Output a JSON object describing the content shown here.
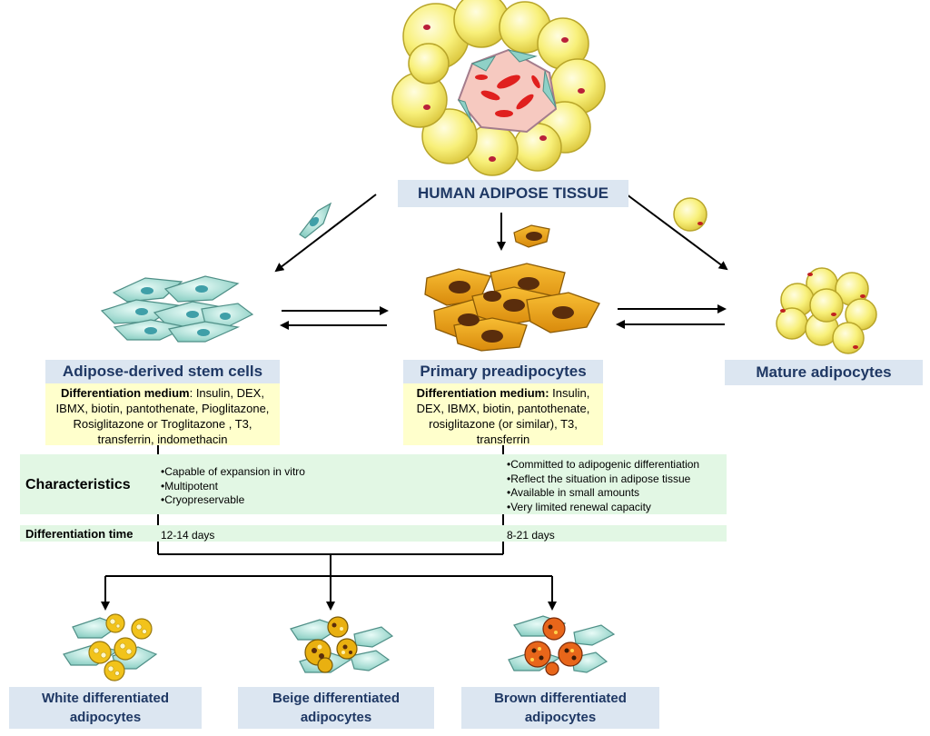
{
  "source": {
    "label": "HUMAN ADIPOSE TISSUE"
  },
  "cell_types": [
    {
      "title": "Adipose-derived stem cells",
      "medium_label": "Differentiation medium",
      "medium_text": ": Insulin, DEX, IBMX, biotin, pantothenate, Pioglitazone, Rosiglitazone or Troglitazone , T3, transferrin, indomethacin"
    },
    {
      "title": "Primary preadipocytes",
      "medium_label": "Differentiation medium:",
      "medium_text": " Insulin, DEX, IBMX, biotin, pantothenate, rosiglitazone (or similar), T3, transferrin"
    },
    {
      "title": "Mature adipocytes"
    }
  ],
  "table": {
    "characteristics_label": "Characteristics",
    "time_label": "Differentiation time",
    "stem_characteristics": [
      "•Capable of expansion in vitro",
      "•Multipotent",
      "•Cryopreservable"
    ],
    "pre_characteristics": [
      "•Committed to adipogenic differentiation",
      "•Reflect the situation in adipose tissue",
      "•Available in small amounts",
      "•Very limited renewal capacity"
    ],
    "stem_time": "12-14 days",
    "pre_time": "8-21 days"
  },
  "outcomes": [
    {
      "line1": "White differentiated",
      "line2": "adipocytes",
      "fat_color": "#f2c31b"
    },
    {
      "line1": "Beige differentiated",
      "line2": "adipocytes",
      "fat_color": "#e9b010"
    },
    {
      "line1": "Brown differentiated",
      "line2": "adipocytes",
      "fat_color": "#e8661a"
    }
  ],
  "colors": {
    "title_text": "#1f3864",
    "title_bg": "#dce6f1",
    "medium_bg": "#ffffcc",
    "band_bg": "#e2f7e4",
    "stem_cell": "#9fd8cf",
    "preadipocyte": "#f0a81c",
    "adipocyte": "#f7ef7c"
  }
}
